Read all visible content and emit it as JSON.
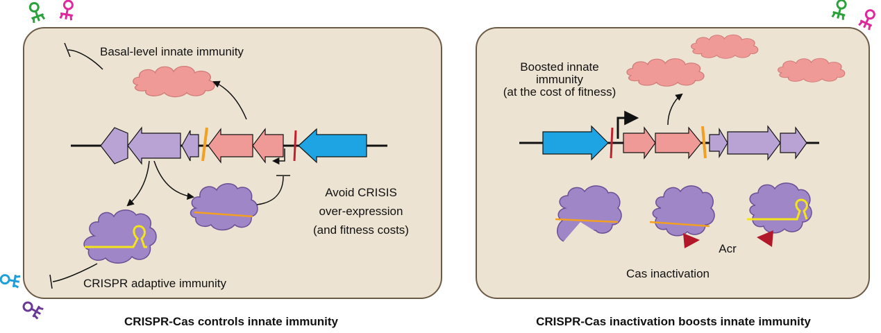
{
  "left_panel": {
    "basal_label": "Basal-level innate immunity",
    "avoid_line1": "Avoid CRISIS",
    "avoid_line2": "over-expression",
    "avoid_line3": "(and fitness costs)",
    "adaptive_label": "CRISPR adaptive immunity",
    "caption": "CRISPR-Cas controls innate immunity"
  },
  "right_panel": {
    "boosted_line1": "Boosted innate",
    "boosted_line2": "immunity",
    "boosted_line3": "(at the cost of fitness)",
    "acr_label": "Acr",
    "inactivation_label": "Cas inactivation",
    "caption": "CRISPR-Cas inactivation boosts innate immunity"
  },
  "colors": {
    "cell_fill": "#ede3d2",
    "cell_stroke": "#6b5a45",
    "cas_gene": "#b9a2d4",
    "innate_gene": "#ef9a97",
    "blue_gene": "#1ea4e2",
    "orange_crispr": "#f3a020",
    "red_mark": "#c41f2e",
    "cas_complex": "#9f86c6",
    "yellow_rna": "#f4e51a",
    "acr_triangle": "#b1182a",
    "phage_green": "#2aa13a",
    "phage_magenta": "#e0289c",
    "phage_blue": "#1e9fd9",
    "phage_purple": "#6a3896"
  }
}
